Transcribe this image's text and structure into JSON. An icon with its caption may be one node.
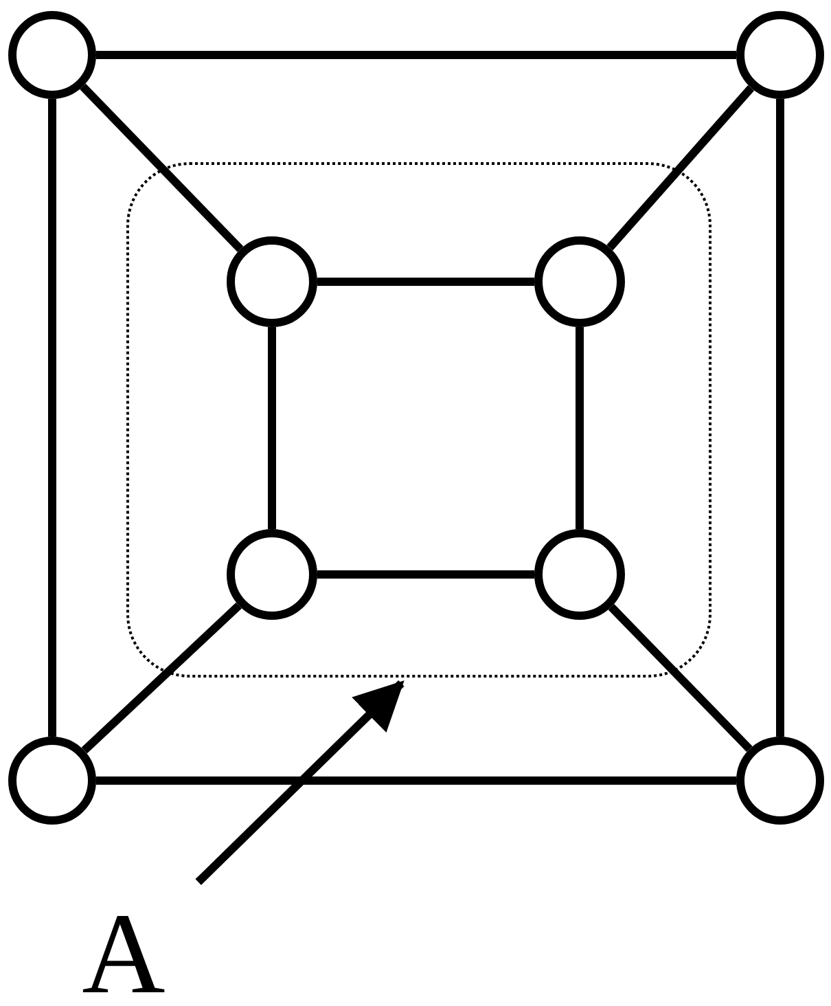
{
  "diagram": {
    "nodes": [
      {
        "text": [],
        "shape": "circle"
      },
      {
        "text": [],
        "shape": "circle"
      },
      {
        "text": [],
        "shape": "box"
      },
      {
        "text": [],
        "shape": "circle",
        "in": 2
      },
      {
        "text": [],
        "shape": "circle",
        "in": 2
      },
      {
        "text": [],
        "shape": "circle",
        "in": 2
      },
      {
        "text": [],
        "shape": "circle",
        "in": 2
      },
      {
        "text": [],
        "shape": "circle"
      },
      {
        "text": [],
        "shape": "circle"
      },
      {
        "text": [
          "A"
        ]
      }
    ],
    "edges": [
      {
        "from": 0,
        "to": 1,
        "arrow": "none"
      },
      {
        "from": 0,
        "to": 7,
        "arrow": "none"
      },
      {
        "from": 1,
        "to": 8,
        "arrow": "none"
      },
      {
        "from": 7,
        "to": 8,
        "arrow": "none"
      },
      {
        "from": 0,
        "to": 3,
        "arrow": "none"
      },
      {
        "from": 1,
        "to": 4,
        "arrow": "none"
      },
      {
        "from": 5,
        "to": 7,
        "arrow": "none"
      },
      {
        "from": 6,
        "to": 8,
        "arrow": "none"
      },
      {
        "from": 3,
        "to": 4,
        "arrow": "none"
      },
      {
        "from": 3,
        "to": 5,
        "arrow": "none"
      },
      {
        "from": 4,
        "to": 6,
        "arrow": "none"
      },
      {
        "from": 5,
        "to": 6,
        "arrow": "none"
      },
      {
        "from": 9,
        "to": 2,
        "arrow": "to"
      }
    ]
  }
}
